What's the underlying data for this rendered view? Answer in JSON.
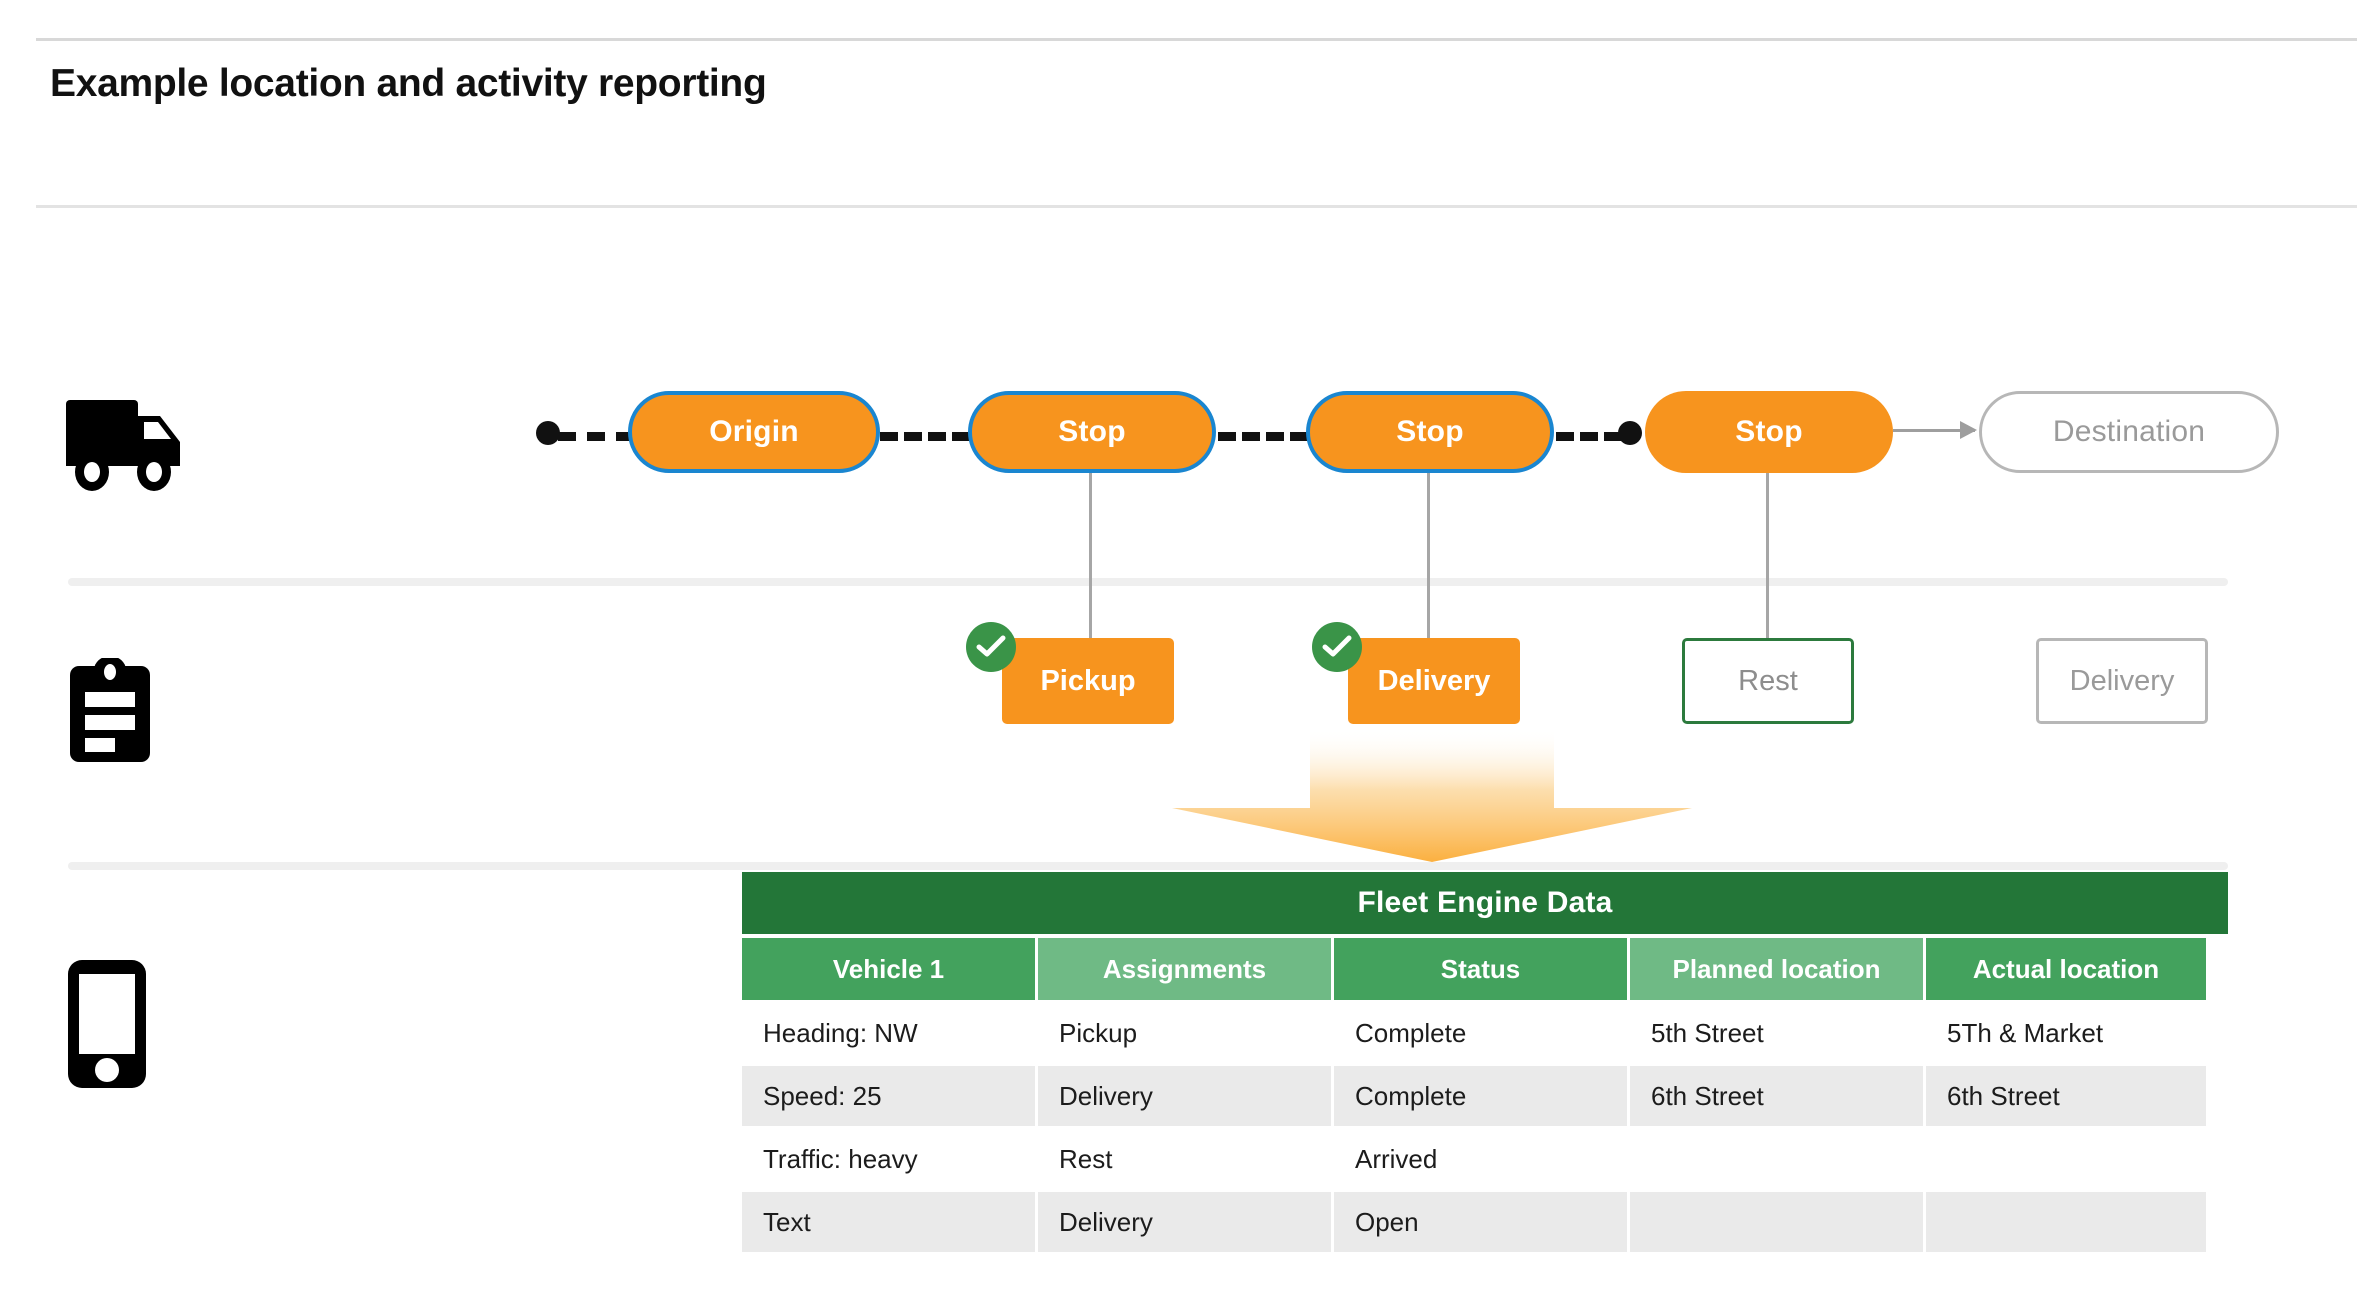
{
  "page": {
    "title": "Example location and activity reporting"
  },
  "rails": [
    {
      "icon": "truck-icon",
      "name": "vehicle-row"
    },
    {
      "icon": "clipboard-icon",
      "name": "activity-row"
    },
    {
      "icon": "phone-icon",
      "name": "device-row"
    }
  ],
  "route": {
    "nodes": [
      {
        "label": "Origin",
        "style": "orange-blue-border"
      },
      {
        "label": "Stop",
        "style": "orange-blue-border"
      },
      {
        "label": "Stop",
        "style": "orange-blue-border"
      },
      {
        "label": "Stop",
        "style": "orange-no-border"
      },
      {
        "label": "Destination",
        "style": "ghost-outline"
      }
    ]
  },
  "activities": [
    {
      "label": "Pickup",
      "style": "orange-filled",
      "completed": true
    },
    {
      "label": "Delivery",
      "style": "orange-filled",
      "completed": true
    },
    {
      "label": "Rest",
      "style": "green-outline",
      "completed": false
    },
    {
      "label": "Delivery",
      "style": "gray-outline",
      "completed": false
    }
  ],
  "table": {
    "title": "Fleet Engine Data",
    "headers": [
      "Vehicle 1",
      "Assignments",
      "Status",
      "Planned location",
      "Actual location"
    ],
    "rows": [
      {
        "cells": [
          "Heading: NW",
          "Pickup",
          "Complete",
          "5th Street",
          "5Th & Market"
        ],
        "shaded": false
      },
      {
        "cells": [
          "Speed: 25",
          "Delivery",
          "Complete",
          "6th Street",
          "6th Street"
        ],
        "shaded": true
      },
      {
        "cells": [
          "Traffic: heavy",
          "Rest",
          "Arrived",
          "",
          ""
        ],
        "shaded": false
      },
      {
        "cells": [
          "Text",
          "Delivery",
          "Open",
          "",
          ""
        ],
        "shaded": true
      }
    ]
  },
  "colors": {
    "orange": "#f7941e",
    "blue_border": "#1a86d0",
    "green_check": "#3a9448",
    "green_outline": "#2c7a3d",
    "table_title_green": "#237638",
    "header_green": "#43a25d",
    "header_green_alt": "#6fba85",
    "row_shade": "#eaeaea",
    "ghost_gray": "#b7b7b7",
    "text_gray": "#9a9a9a"
  }
}
